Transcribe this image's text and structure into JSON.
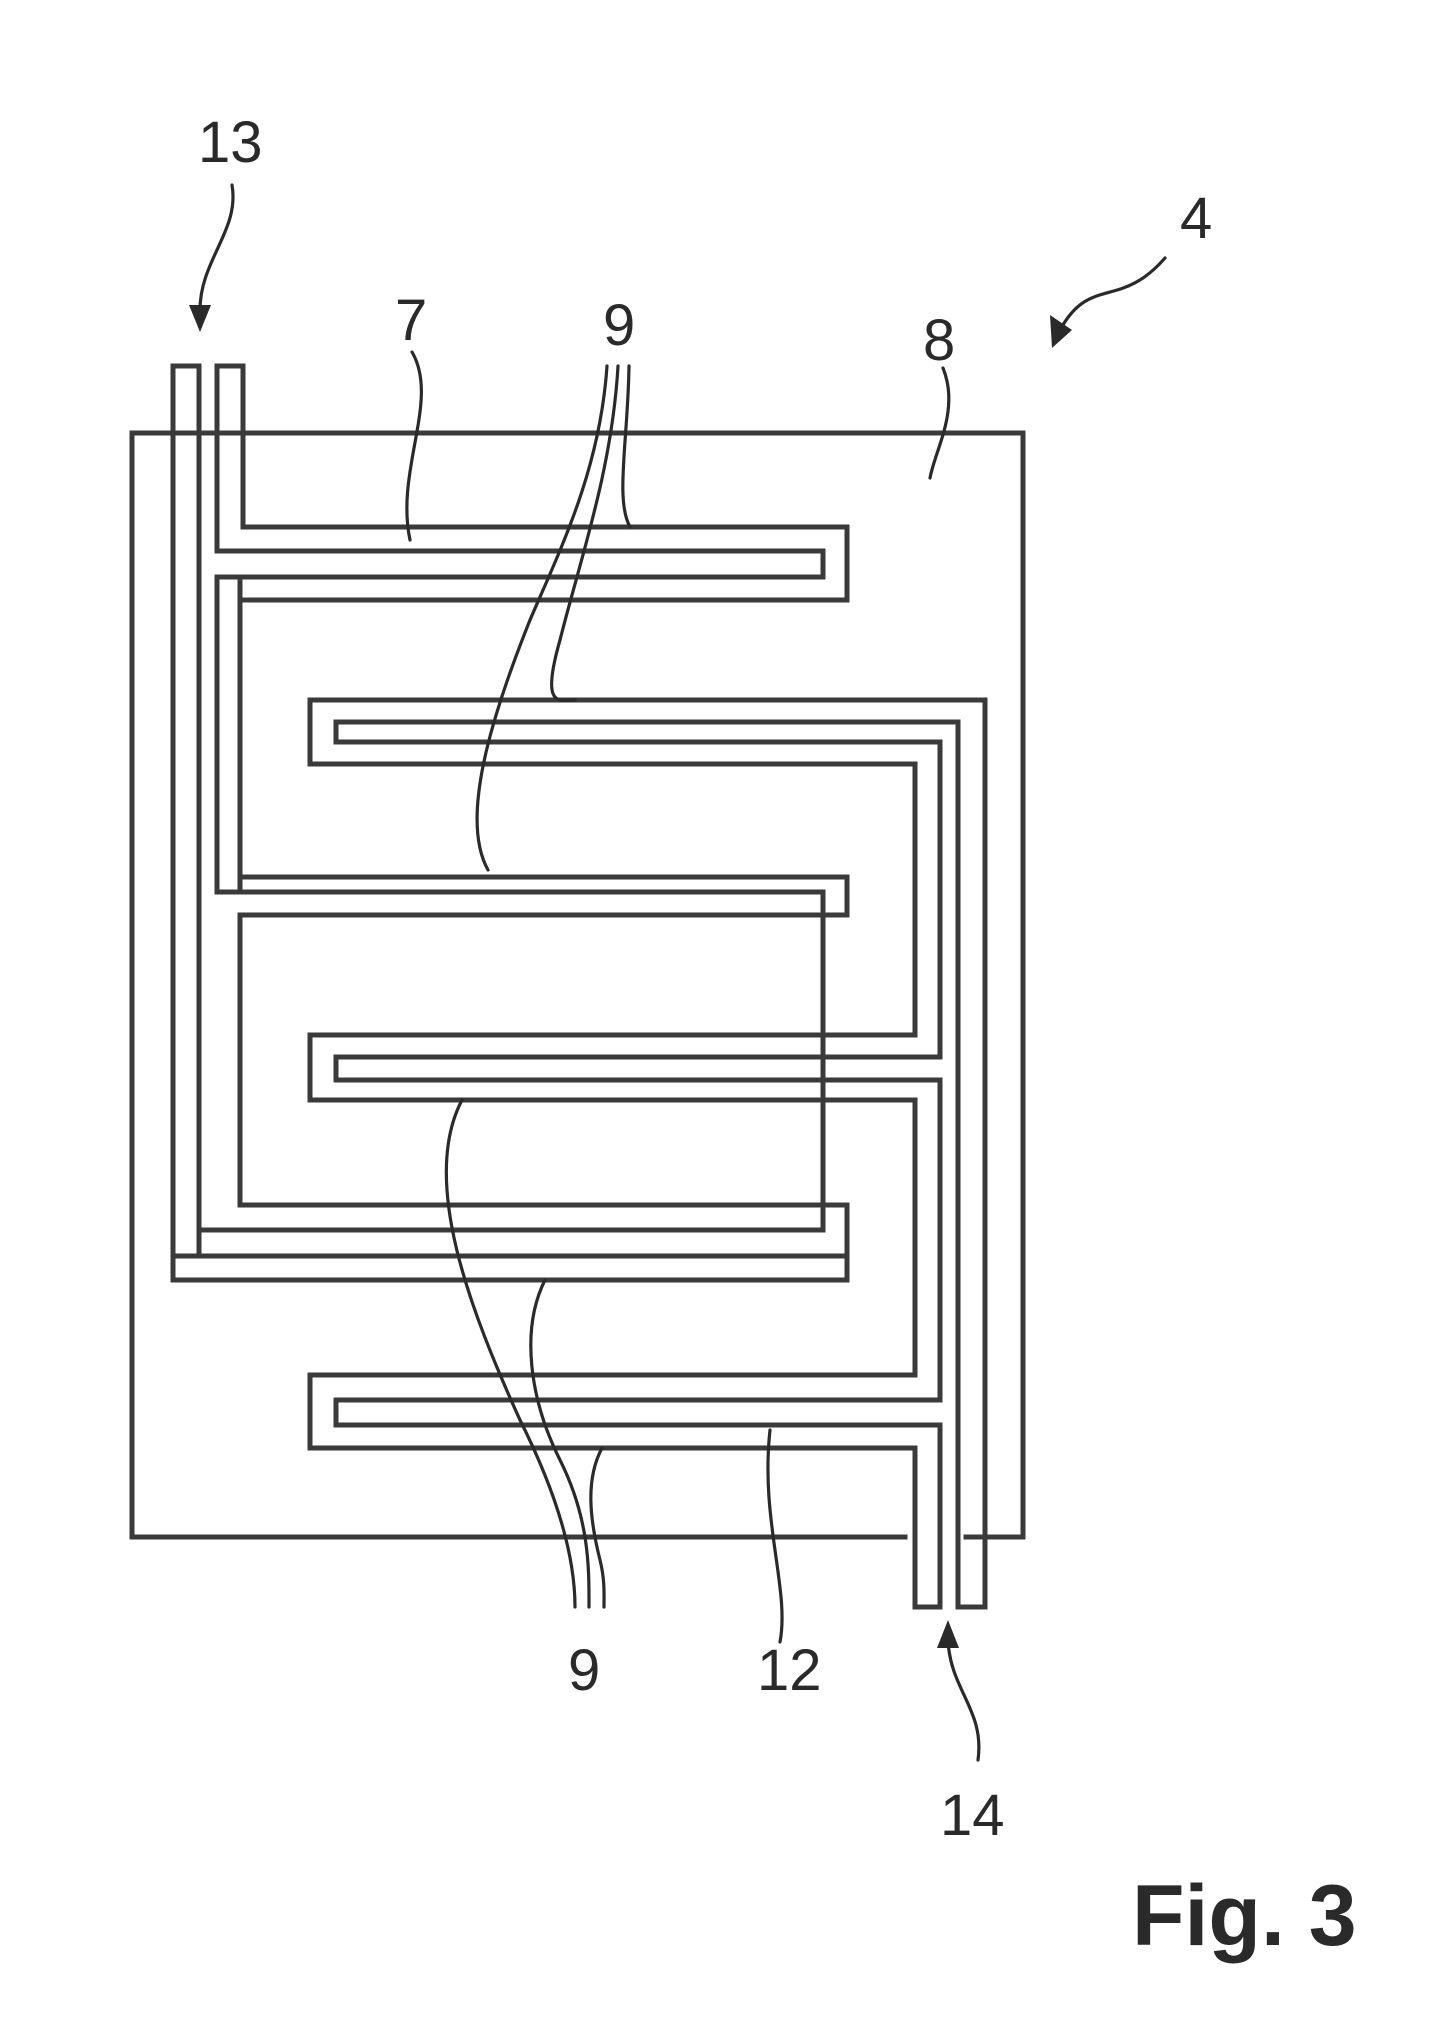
{
  "figure": {
    "title": "Fig. 3",
    "labels": {
      "assembly": "4",
      "first_channel": "7",
      "plate": "8",
      "webs_top": "9",
      "webs_bottom": "9",
      "second_channel": "12",
      "inlet": "13",
      "outlet": "14"
    }
  }
}
